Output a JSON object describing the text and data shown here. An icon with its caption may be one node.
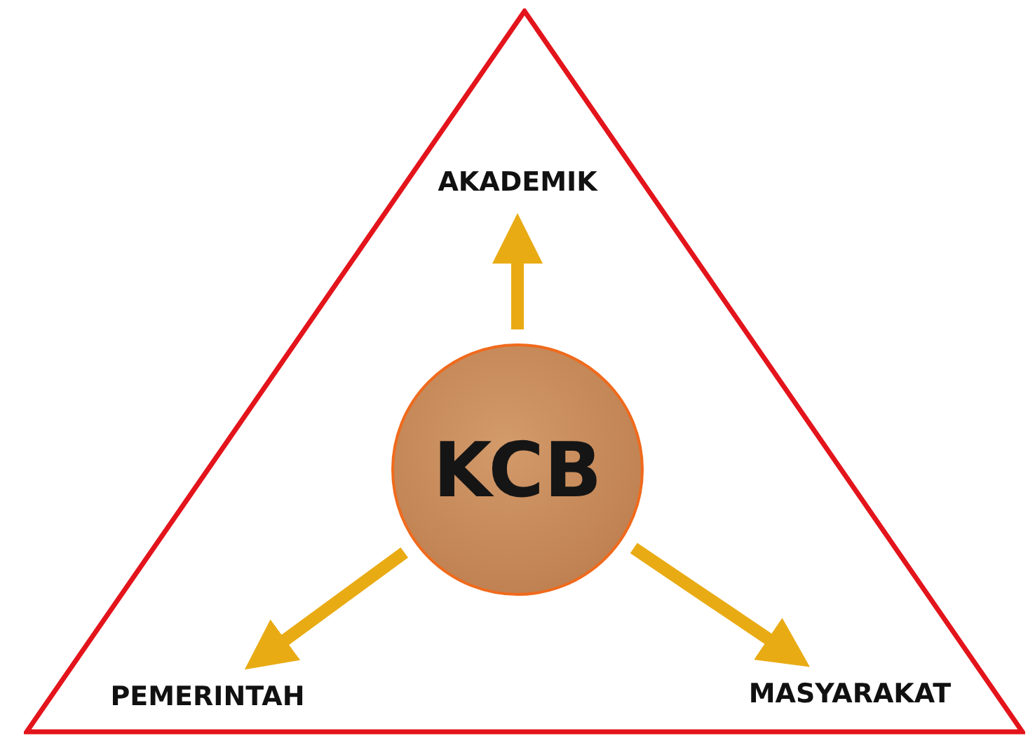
{
  "diagram": {
    "nodes": [
      {
        "text": [],
        "shape": "triangle"
      },
      {
        "text": [
          "AKADEMIK"
        ],
        "in": 0
      },
      {
        "text": [
          "KCB"
        ],
        "in": 0
      },
      {
        "text": [
          "PEMERINTAH"
        ],
        "in": 0
      },
      {
        "text": [
          "MASYARAKAT"
        ],
        "in": 0
      }
    ],
    "edges": [
      {
        "from": 2,
        "to": 1,
        "arrow": "to"
      },
      {
        "from": 2,
        "to": 3,
        "arrow": "to"
      },
      {
        "from": 2,
        "to": 4,
        "arrow": "to"
      }
    ]
  }
}
